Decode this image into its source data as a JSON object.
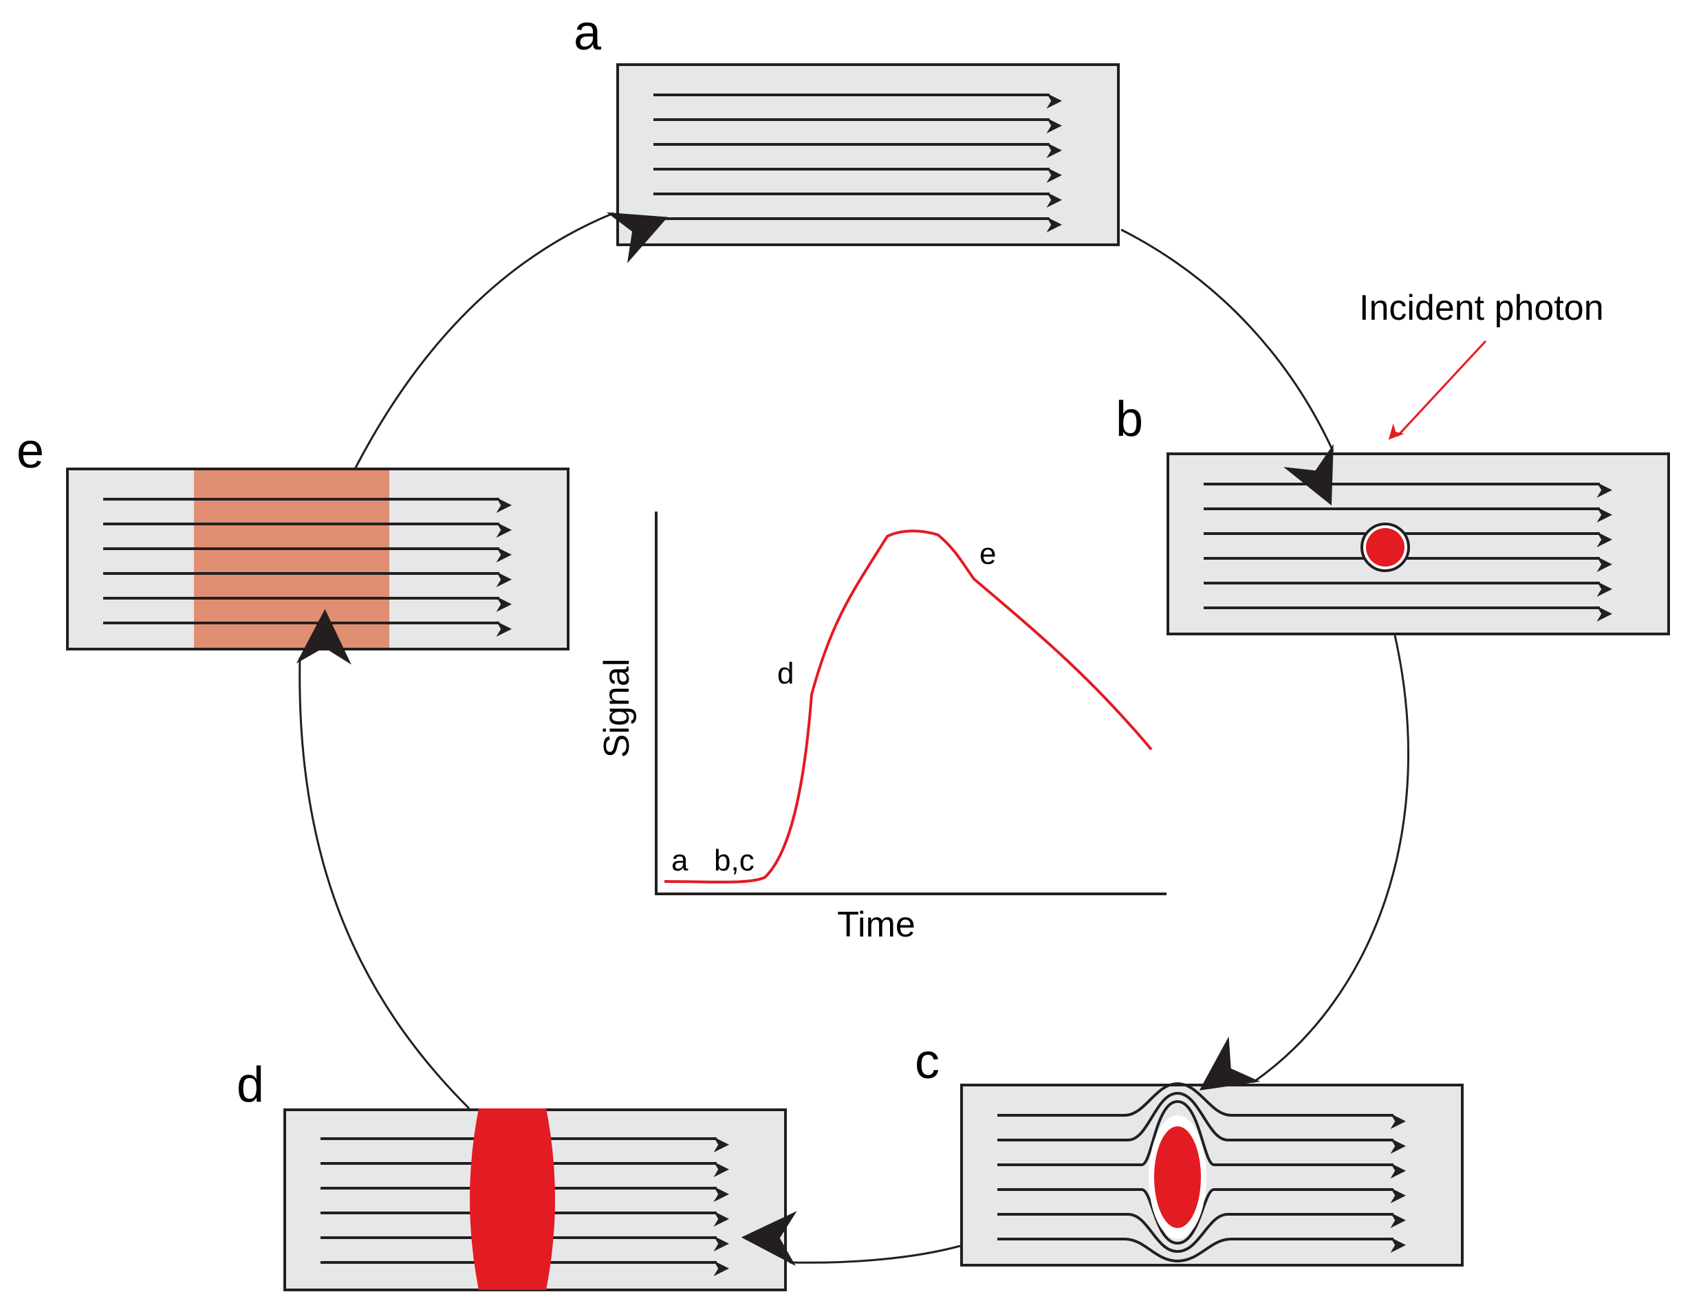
{
  "panels": {
    "a": {
      "label": "a"
    },
    "b": {
      "label": "b"
    },
    "c": {
      "label": "c"
    },
    "d": {
      "label": "d"
    },
    "e": {
      "label": "e"
    }
  },
  "annotation": {
    "incident_photon": "Incident photon"
  },
  "graph": {
    "xlabel": "Time",
    "ylabel": "Signal",
    "markers": {
      "a": "a",
      "bc": "b,c",
      "d": "d",
      "e": "e"
    }
  },
  "colors": {
    "panel_fill": "#e6e7e8",
    "line": "#231f20",
    "hotspot_red": "#e31b23",
    "cooling_salmon": "#e08e72",
    "signal_curve": "#e31b23"
  }
}
